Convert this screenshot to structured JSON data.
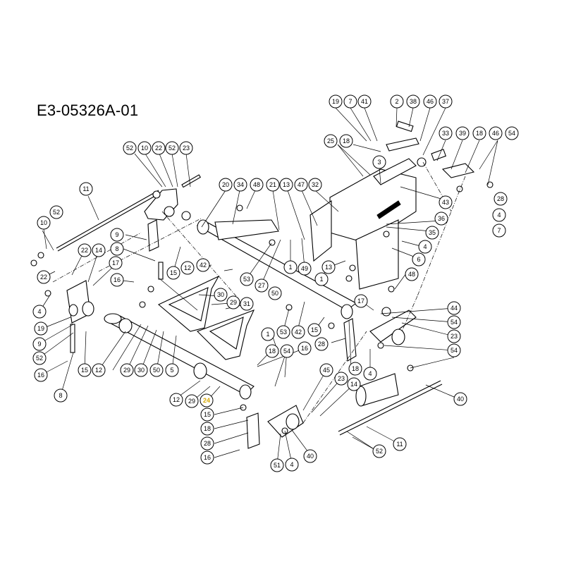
{
  "diagram": {
    "title": "E3-05326A-01",
    "highlight_color": "#d6a700",
    "callouts": [
      {
        "id": "c1",
        "label": "19"
      },
      {
        "id": "c2",
        "label": "7"
      },
      {
        "id": "c3",
        "label": "41"
      },
      {
        "id": "c4",
        "label": "2"
      },
      {
        "id": "c5",
        "label": "38"
      },
      {
        "id": "c6",
        "label": "46"
      },
      {
        "id": "c7",
        "label": "37"
      },
      {
        "id": "c8",
        "label": "33"
      },
      {
        "id": "c9",
        "label": "39"
      },
      {
        "id": "c10",
        "label": "18"
      },
      {
        "id": "c11",
        "label": "46"
      },
      {
        "id": "c12",
        "label": "54"
      },
      {
        "id": "c13",
        "label": "25"
      },
      {
        "id": "c14",
        "label": "18"
      },
      {
        "id": "c15",
        "label": "3"
      },
      {
        "id": "c16",
        "label": "28"
      },
      {
        "id": "c17",
        "label": "4"
      },
      {
        "id": "c18",
        "label": "7"
      },
      {
        "id": "c19",
        "label": "43"
      },
      {
        "id": "c20",
        "label": "36"
      },
      {
        "id": "c21",
        "label": "35"
      },
      {
        "id": "c22",
        "label": "4"
      },
      {
        "id": "c23",
        "label": "6"
      },
      {
        "id": "c24",
        "label": "48"
      },
      {
        "id": "c25",
        "label": "52"
      },
      {
        "id": "c26",
        "label": "10"
      },
      {
        "id": "c27",
        "label": "22"
      },
      {
        "id": "c28",
        "label": "52"
      },
      {
        "id": "c29",
        "label": "23"
      },
      {
        "id": "c30",
        "label": "20"
      },
      {
        "id": "c31",
        "label": "34"
      },
      {
        "id": "c32",
        "label": "48"
      },
      {
        "id": "c33",
        "label": "21"
      },
      {
        "id": "c34",
        "label": "13"
      },
      {
        "id": "c35",
        "label": "47"
      },
      {
        "id": "c36",
        "label": "32"
      },
      {
        "id": "c37",
        "label": "11"
      },
      {
        "id": "c38",
        "label": "52"
      },
      {
        "id": "c39",
        "label": "10"
      },
      {
        "id": "c40",
        "label": "9"
      },
      {
        "id": "c41",
        "label": "8"
      },
      {
        "id": "c42",
        "label": "22"
      },
      {
        "id": "c43",
        "label": "14"
      },
      {
        "id": "c44",
        "label": "17"
      },
      {
        "id": "c45",
        "label": "22"
      },
      {
        "id": "c46",
        "label": "12"
      },
      {
        "id": "c47",
        "label": "42"
      },
      {
        "id": "c48",
        "label": "15"
      },
      {
        "id": "c49",
        "label": "53"
      },
      {
        "id": "c50",
        "label": "27"
      },
      {
        "id": "c51",
        "label": "1"
      },
      {
        "id": "c52",
        "label": "49"
      },
      {
        "id": "c53",
        "label": "13"
      },
      {
        "id": "c54",
        "label": "1"
      },
      {
        "id": "c55",
        "label": "4"
      },
      {
        "id": "c56",
        "label": "19"
      },
      {
        "id": "c57",
        "label": "9"
      },
      {
        "id": "c58",
        "label": "52"
      },
      {
        "id": "c59",
        "label": "16"
      },
      {
        "id": "c60",
        "label": "8"
      },
      {
        "id": "c61",
        "label": "15"
      },
      {
        "id": "c62",
        "label": "12"
      },
      {
        "id": "c63",
        "label": "16"
      },
      {
        "id": "c64",
        "label": "30"
      },
      {
        "id": "c65",
        "label": "29"
      },
      {
        "id": "c66",
        "label": "31"
      },
      {
        "id": "c67",
        "label": "50"
      },
      {
        "id": "c68",
        "label": "17"
      },
      {
        "id": "c69",
        "label": "44"
      },
      {
        "id": "c70",
        "label": "54"
      },
      {
        "id": "c71",
        "label": "23"
      },
      {
        "id": "c72",
        "label": "54"
      },
      {
        "id": "c73",
        "label": "53"
      },
      {
        "id": "c74",
        "label": "42"
      },
      {
        "id": "c75",
        "label": "15"
      },
      {
        "id": "c76",
        "label": "1"
      },
      {
        "id": "c77",
        "label": "18"
      },
      {
        "id": "c78",
        "label": "54"
      },
      {
        "id": "c79",
        "label": "16"
      },
      {
        "id": "c80",
        "label": "28"
      },
      {
        "id": "c81",
        "label": "18"
      },
      {
        "id": "c82",
        "label": "4"
      },
      {
        "id": "c83",
        "label": "29"
      },
      {
        "id": "c84",
        "label": "30"
      },
      {
        "id": "c85",
        "label": "50"
      },
      {
        "id": "c86",
        "label": "5"
      },
      {
        "id": "c87",
        "label": "12"
      },
      {
        "id": "c88",
        "label": "29"
      },
      {
        "id": "c89",
        "label": "24",
        "highlight": true
      },
      {
        "id": "c90",
        "label": "45"
      },
      {
        "id": "c91",
        "label": "23"
      },
      {
        "id": "c92",
        "label": "14"
      },
      {
        "id": "c93",
        "label": "40"
      },
      {
        "id": "c94",
        "label": "15"
      },
      {
        "id": "c95",
        "label": "18"
      },
      {
        "id": "c96",
        "label": "28"
      },
      {
        "id": "c97",
        "label": "16"
      },
      {
        "id": "c98",
        "label": "51"
      },
      {
        "id": "c99",
        "label": "4"
      },
      {
        "id": "c100",
        "label": "40"
      },
      {
        "id": "c101",
        "label": "52"
      },
      {
        "id": "c102",
        "label": "11"
      }
    ]
  }
}
